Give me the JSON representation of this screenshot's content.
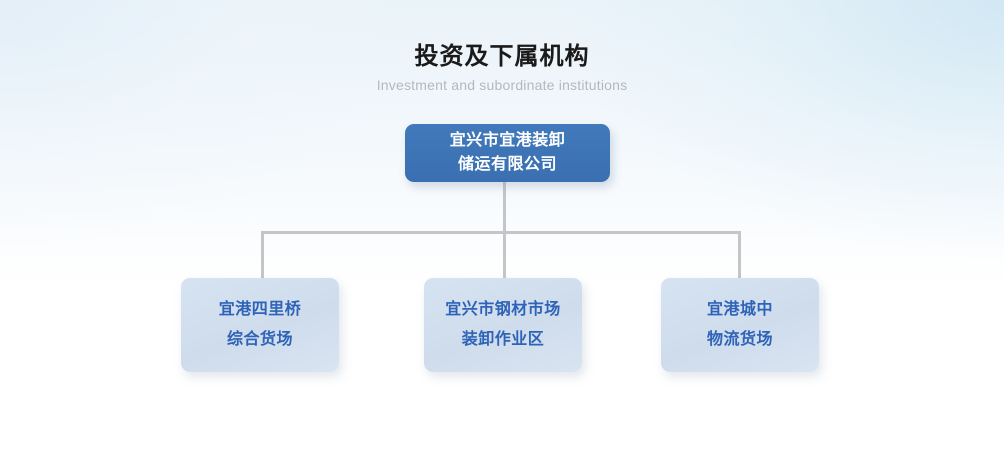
{
  "header": {
    "title_cn": "投资及下属机构",
    "title_en": "Investment and subordinate institutions"
  },
  "colors": {
    "root_box": "#3c74b4",
    "child_box": "#d3e0f0",
    "child_text": "#2e63b8",
    "connector": "#c3c6c8",
    "title_cn": "#1a1a1a",
    "title_en": "#b3b8bd",
    "background_top": "#eaf3f9",
    "background_bottom": "#ffffff"
  },
  "org_chart": {
    "root": {
      "line1": "宜兴市宜港装卸",
      "line2": "储运有限公司"
    },
    "children": [
      {
        "line1": "宜港四里桥",
        "line2": "综合货场"
      },
      {
        "line1": "宜兴市钢材市场",
        "line2": "装卸作业区"
      },
      {
        "line1": "宜港城中",
        "line2": "物流货场"
      }
    ]
  }
}
